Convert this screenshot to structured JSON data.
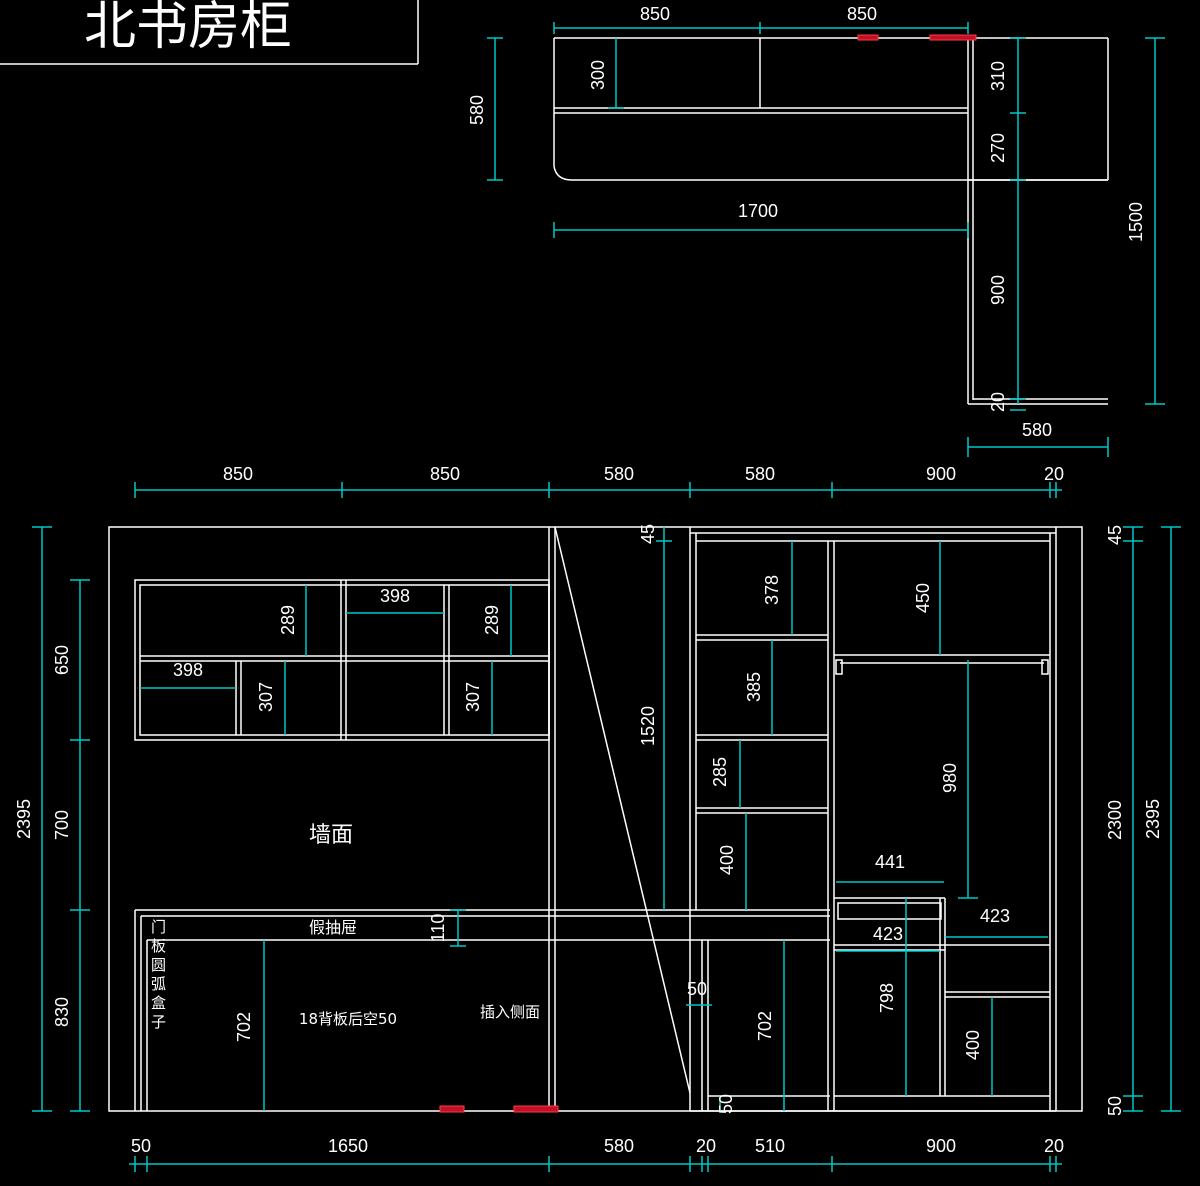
{
  "title": "北书房柜",
  "plan": {
    "top_widths": [
      "850",
      "850"
    ],
    "left_height": "580",
    "shelf_height": "300",
    "right_heights": [
      "310",
      "270",
      "900",
      "20"
    ],
    "total_length": "1700",
    "overall_height": "1500",
    "bottom_width": "580"
  },
  "elevation": {
    "top_widths": [
      "850",
      "850",
      "580",
      "580",
      "900",
      "20"
    ],
    "bottom_widths": [
      "50",
      "1650",
      "580",
      "20",
      "510",
      "900",
      "20"
    ],
    "left_outer": "2395",
    "left_inner": [
      "650",
      "700",
      "830"
    ],
    "right_inner": [
      "45",
      "2300",
      "50"
    ],
    "right_outer": "2395",
    "upper_shelves": {
      "w1": "398",
      "w2": "398",
      "h1": "289",
      "h2": "289",
      "h3": "307",
      "h4": "307"
    },
    "desk_height": "110",
    "desk_leg": "702",
    "top_gap": "45",
    "diag_height": "1520",
    "gap_50": "50",
    "bottom_50": "50",
    "mid_cabinet": [
      "378",
      "385",
      "285",
      "400",
      "702"
    ],
    "right_cabinet": {
      "top": "450",
      "hang": "980",
      "w441": "441",
      "w423a": "423",
      "w423b": "423",
      "h798": "798",
      "h400": "400"
    },
    "labels": {
      "wall": "墙面",
      "fake_drawer": "假抽屉",
      "back_panel": "18背板后空50",
      "insert_side": "插入侧面",
      "door_arc": "门板圆弧盒子"
    }
  }
}
